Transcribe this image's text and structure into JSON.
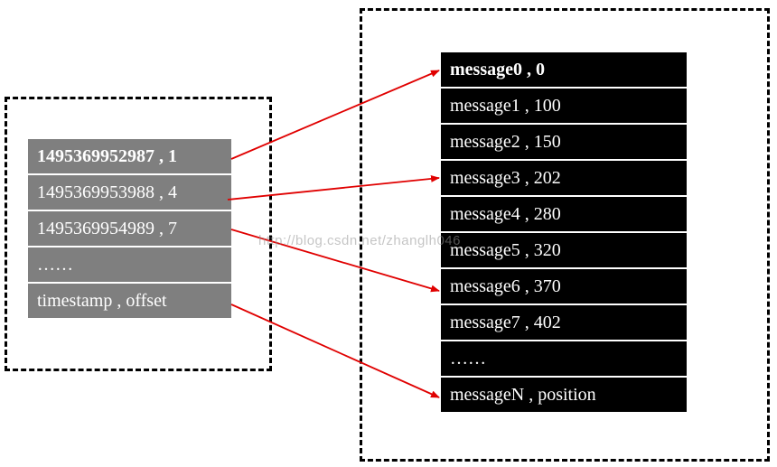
{
  "left_table": {
    "rows": [
      "1495369952987 , 1",
      "1495369953988 , 4",
      "1495369954989 , 7",
      "……",
      "timestamp , offset"
    ]
  },
  "right_table": {
    "rows": [
      "message0 , 0",
      "message1 , 100",
      "message2 , 150",
      "message3 , 202",
      "message4 , 280",
      "message5 , 320",
      "message6 , 370",
      "message7 , 402",
      "……",
      "messageN , position"
    ]
  },
  "watermark": "http://blog.csdn.net/zhanglh046",
  "colors": {
    "arrow": "#e00000",
    "left_cell": "#7f7f7f",
    "right_cell": "#000000"
  }
}
